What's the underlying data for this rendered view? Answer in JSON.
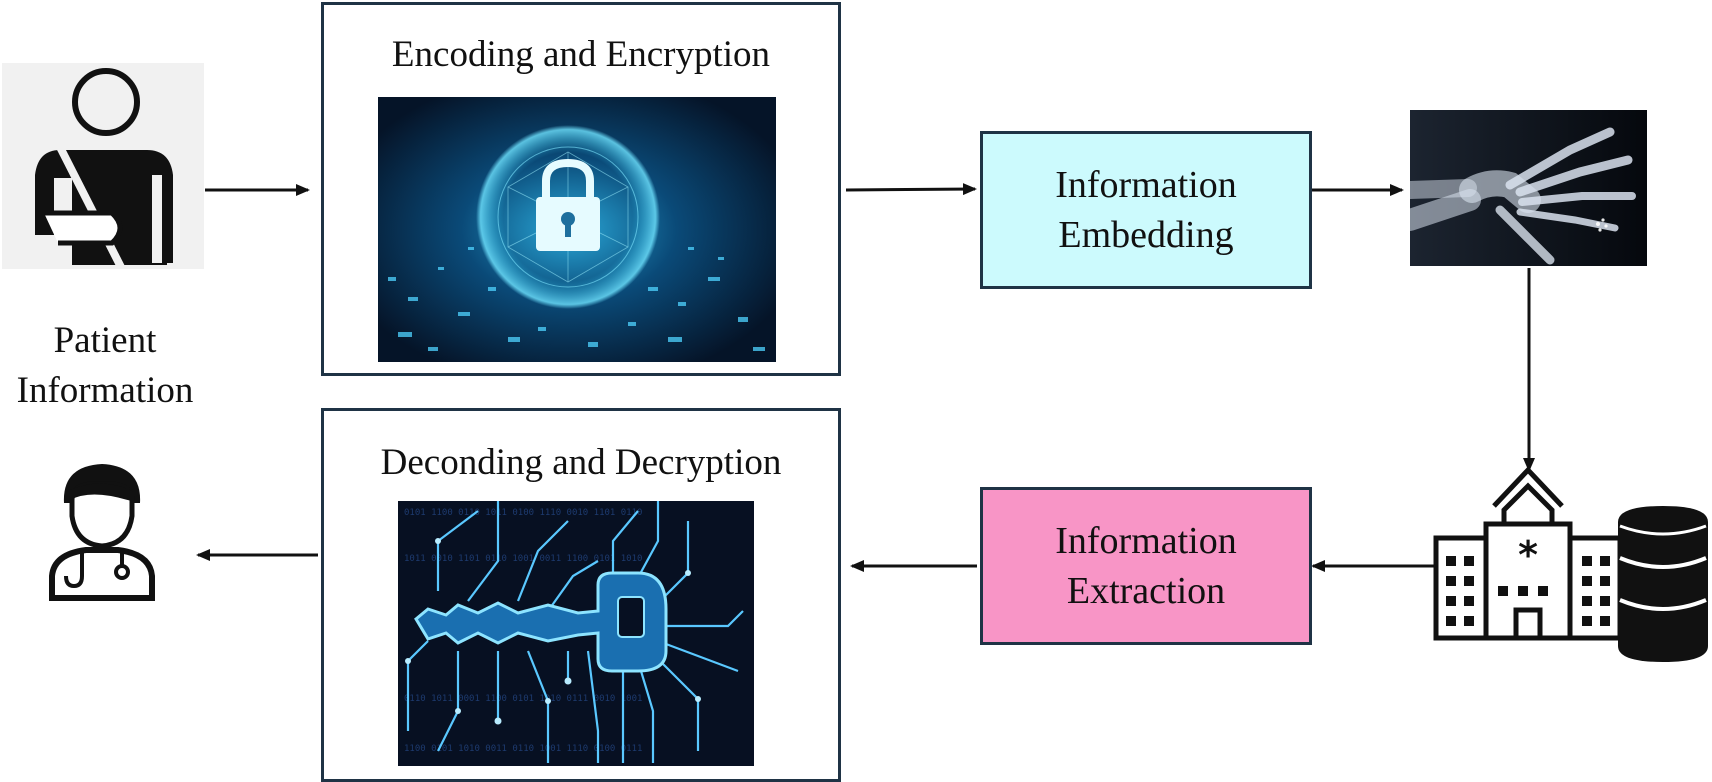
{
  "patient": {
    "line1": "Patient",
    "line2": "Information",
    "icon": "patient-with-arm-sling-icon"
  },
  "doctor": {
    "icon": "doctor-with-stethoscope-icon"
  },
  "encoding_box": {
    "title": "Encoding and Encryption",
    "image": "digital-padlock-image"
  },
  "decoding_box": {
    "title": "Deconding and Decryption",
    "image": "circuit-key-image"
  },
  "embedding": {
    "line1": "Information",
    "line2": "Embedding",
    "fill": "#ccfafd"
  },
  "extraction": {
    "line1": "Information",
    "line2": "Extraction",
    "fill": "#f895c6"
  },
  "xray": {
    "image": "hand-xray-image"
  },
  "hospital": {
    "icon": "hospital-building-icon"
  },
  "database": {
    "icon": "database-icon"
  }
}
